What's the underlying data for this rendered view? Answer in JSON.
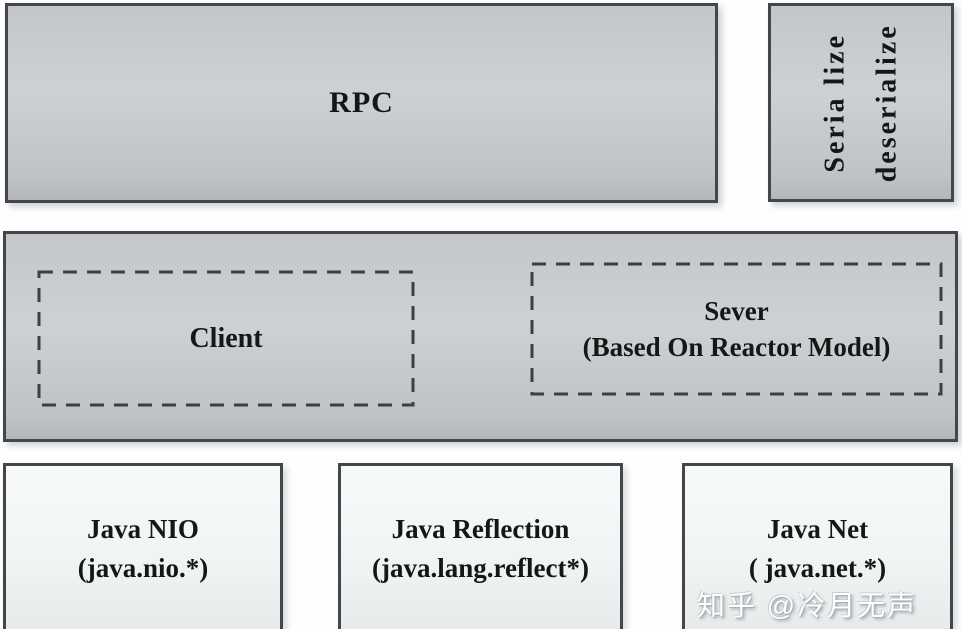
{
  "rpc": {
    "label": "RPC"
  },
  "serializer": {
    "line1": "Seria lize",
    "line2": "deserialize"
  },
  "middle": {
    "client_label": "Client",
    "server_line1": "Sever",
    "server_line2": "(Based On Reactor Model)"
  },
  "foundations": [
    {
      "title": "Java NIO",
      "subtitle": "(java.nio.*)"
    },
    {
      "title": "Java Reflection",
      "subtitle": "(java.lang.reflect*)"
    },
    {
      "title": "Java Net",
      "subtitle": "( java.net.*)"
    }
  ],
  "watermark": "知乎 @冷月无声",
  "colors": {
    "box_fill": "#c7cbce",
    "light_box_fill": "#f1f4f4",
    "border": "#43474b",
    "dash_border": "#3c4044",
    "text": "#161616",
    "watermark_text": "#ffffff"
  }
}
